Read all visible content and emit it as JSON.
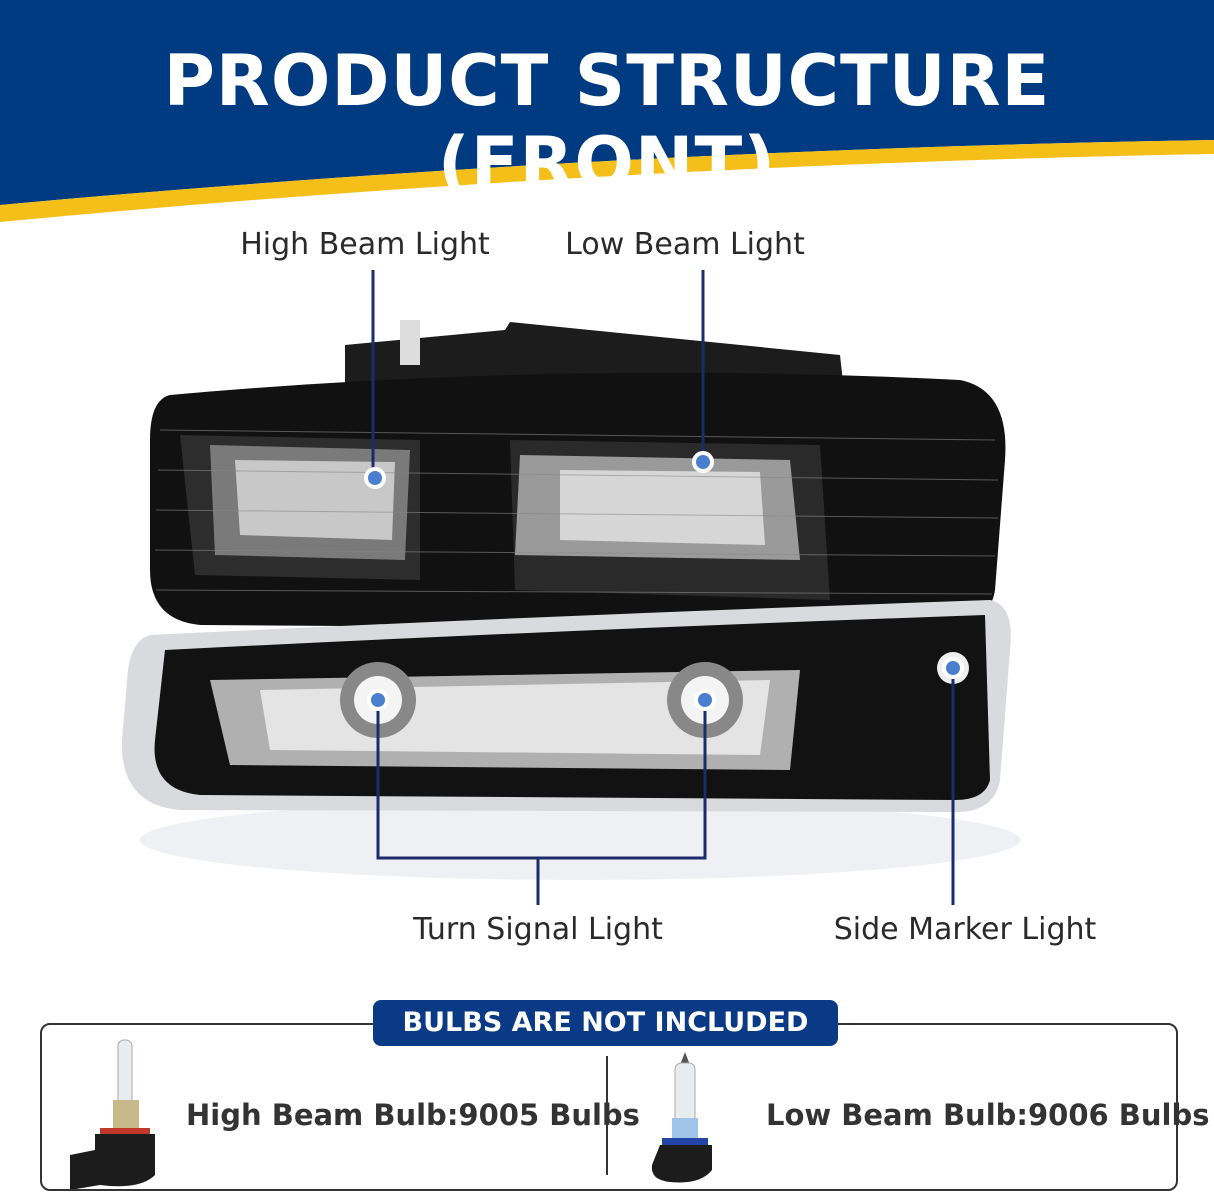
{
  "header": {
    "title": "PRODUCT STRUCTURE (FRONT)",
    "bg_color": "#003a80",
    "stripe_color": "#f5bf1a"
  },
  "callouts": {
    "high_beam": "High Beam Light",
    "low_beam": "Low Beam Light",
    "turn_signal": "Turn Signal Light",
    "side_marker": "Side Marker Light"
  },
  "bulbs": {
    "notice": "BULBS ARE NOT INCLUDED",
    "high": "High Beam Bulb:9005 Bulbs",
    "low": "Low Beam Bulb:9006 Bulbs"
  },
  "colors": {
    "leader_line": "#1c2b6b",
    "badge": "#0a3a85"
  }
}
